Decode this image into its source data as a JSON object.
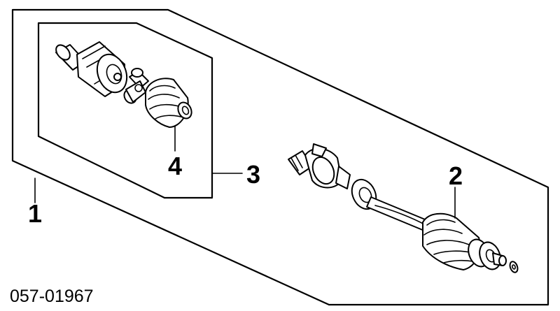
{
  "callouts": {
    "c1": "1",
    "c2": "2",
    "c3": "3",
    "c4": "4"
  },
  "part_number": "057-01967"
}
